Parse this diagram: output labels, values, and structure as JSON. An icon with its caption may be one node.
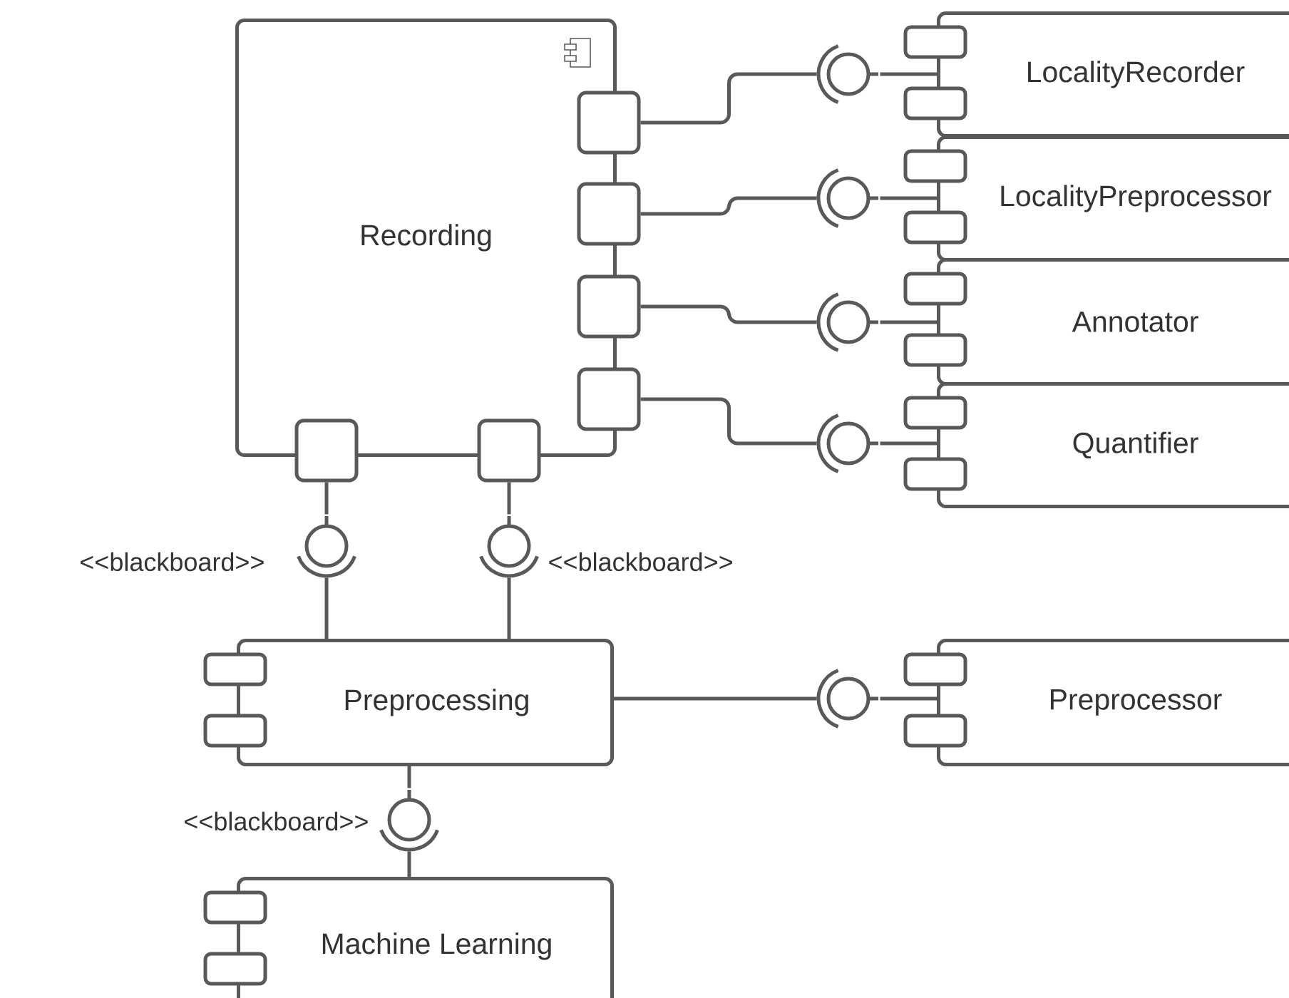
{
  "diagram": {
    "nodes": [
      {
        "text": [
          "Recording"
        ]
      },
      {
        "text": [],
        "shape": "box",
        "in": 0
      },
      {
        "text": [],
        "shape": "box",
        "in": 0
      },
      {
        "text": [],
        "shape": "box",
        "in": 0
      },
      {
        "text": [],
        "shape": "box",
        "in": 0
      },
      {
        "text": [],
        "shape": "box",
        "in": 0
      },
      {
        "text": [],
        "shape": "box",
        "in": 0
      },
      {
        "text": [
          "LocalityRecorder"
        ]
      },
      {
        "text": [
          "LocalityPreprocessor"
        ]
      },
      {
        "text": [
          "Annotator"
        ]
      },
      {
        "text": [
          "Quantifier"
        ]
      },
      {
        "text": [],
        "shape": "circle"
      },
      {
        "text": [],
        "shape": "circle"
      },
      {
        "text": [],
        "shape": "circle"
      },
      {
        "text": [],
        "shape": "circle"
      },
      {
        "text": [],
        "shape": "circle",
        "beside": [
          "<<blackboard>>"
        ]
      },
      {
        "text": [],
        "shape": "circle",
        "beside": [
          "<<blackboard>>"
        ]
      },
      {
        "text": [
          "Preprocessing"
        ]
      },
      {
        "text": [],
        "shape": "circle"
      },
      {
        "text": [
          "Preprocessor"
        ]
      },
      {
        "text": [],
        "shape": "circle",
        "beside": [
          "<<blackboard>>"
        ]
      },
      {
        "text": [
          "Machine Learning"
        ]
      }
    ],
    "edges": [
      {
        "from": 1,
        "to": 11,
        "arrow": "none"
      },
      {
        "from": 11,
        "to": 7,
        "arrow": "none"
      },
      {
        "from": 2,
        "to": 12,
        "arrow": "none"
      },
      {
        "from": 12,
        "to": 8,
        "arrow": "none"
      },
      {
        "from": 3,
        "to": 13,
        "arrow": "none"
      },
      {
        "from": 13,
        "to": 9,
        "arrow": "none"
      },
      {
        "from": 4,
        "to": 14,
        "arrow": "none"
      },
      {
        "from": 14,
        "to": 10,
        "arrow": "none"
      },
      {
        "from": 5,
        "to": 15,
        "arrow": "none"
      },
      {
        "from": 15,
        "to": 17,
        "arrow": "none"
      },
      {
        "from": 6,
        "to": 16,
        "arrow": "none"
      },
      {
        "from": 16,
        "to": 17,
        "arrow": "none"
      },
      {
        "from": 17,
        "to": 18,
        "arrow": "none"
      },
      {
        "from": 18,
        "to": 19,
        "arrow": "none"
      },
      {
        "from": 17,
        "to": 20,
        "arrow": "none"
      },
      {
        "from": 20,
        "to": 21,
        "arrow": "none"
      }
    ]
  }
}
